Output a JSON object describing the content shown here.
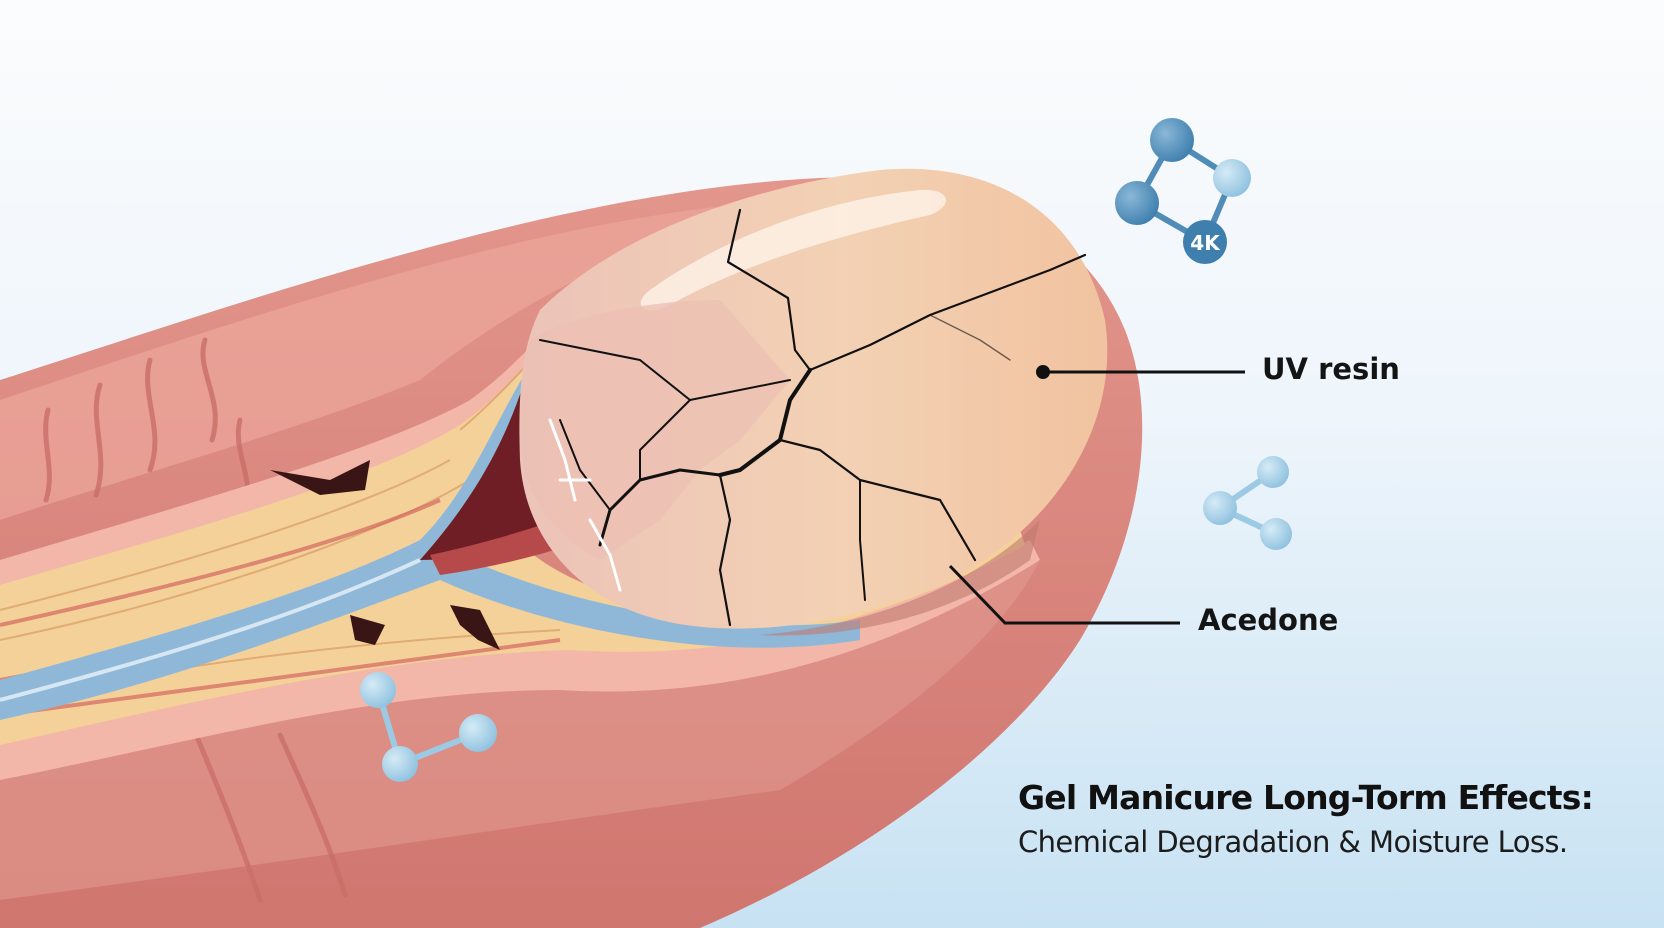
{
  "labels": {
    "uv_resin": "UV resin",
    "acedone": "Acedone"
  },
  "title": {
    "main": "Gel Manicure Long-Torm Effects:",
    "sub": "Chemical Degradation & Moisture Loss."
  },
  "molecules": [
    {
      "name": "molecule-4k",
      "badge": "4K"
    },
    {
      "name": "molecule-right",
      "badge": ""
    },
    {
      "name": "molecule-bottom-left",
      "badge": ""
    }
  ],
  "colors": {
    "skin": "#d9837c",
    "skin_light": "#f0b3a6",
    "nail": "#f5d2b5",
    "nail_cracked": "#ecc0b4",
    "fat_layer": "#f4cf94",
    "vessel": "#8fb8d8",
    "molecule_dark": "#4f8db8",
    "molecule_light": "#9cc9e3",
    "text": "#141414"
  }
}
